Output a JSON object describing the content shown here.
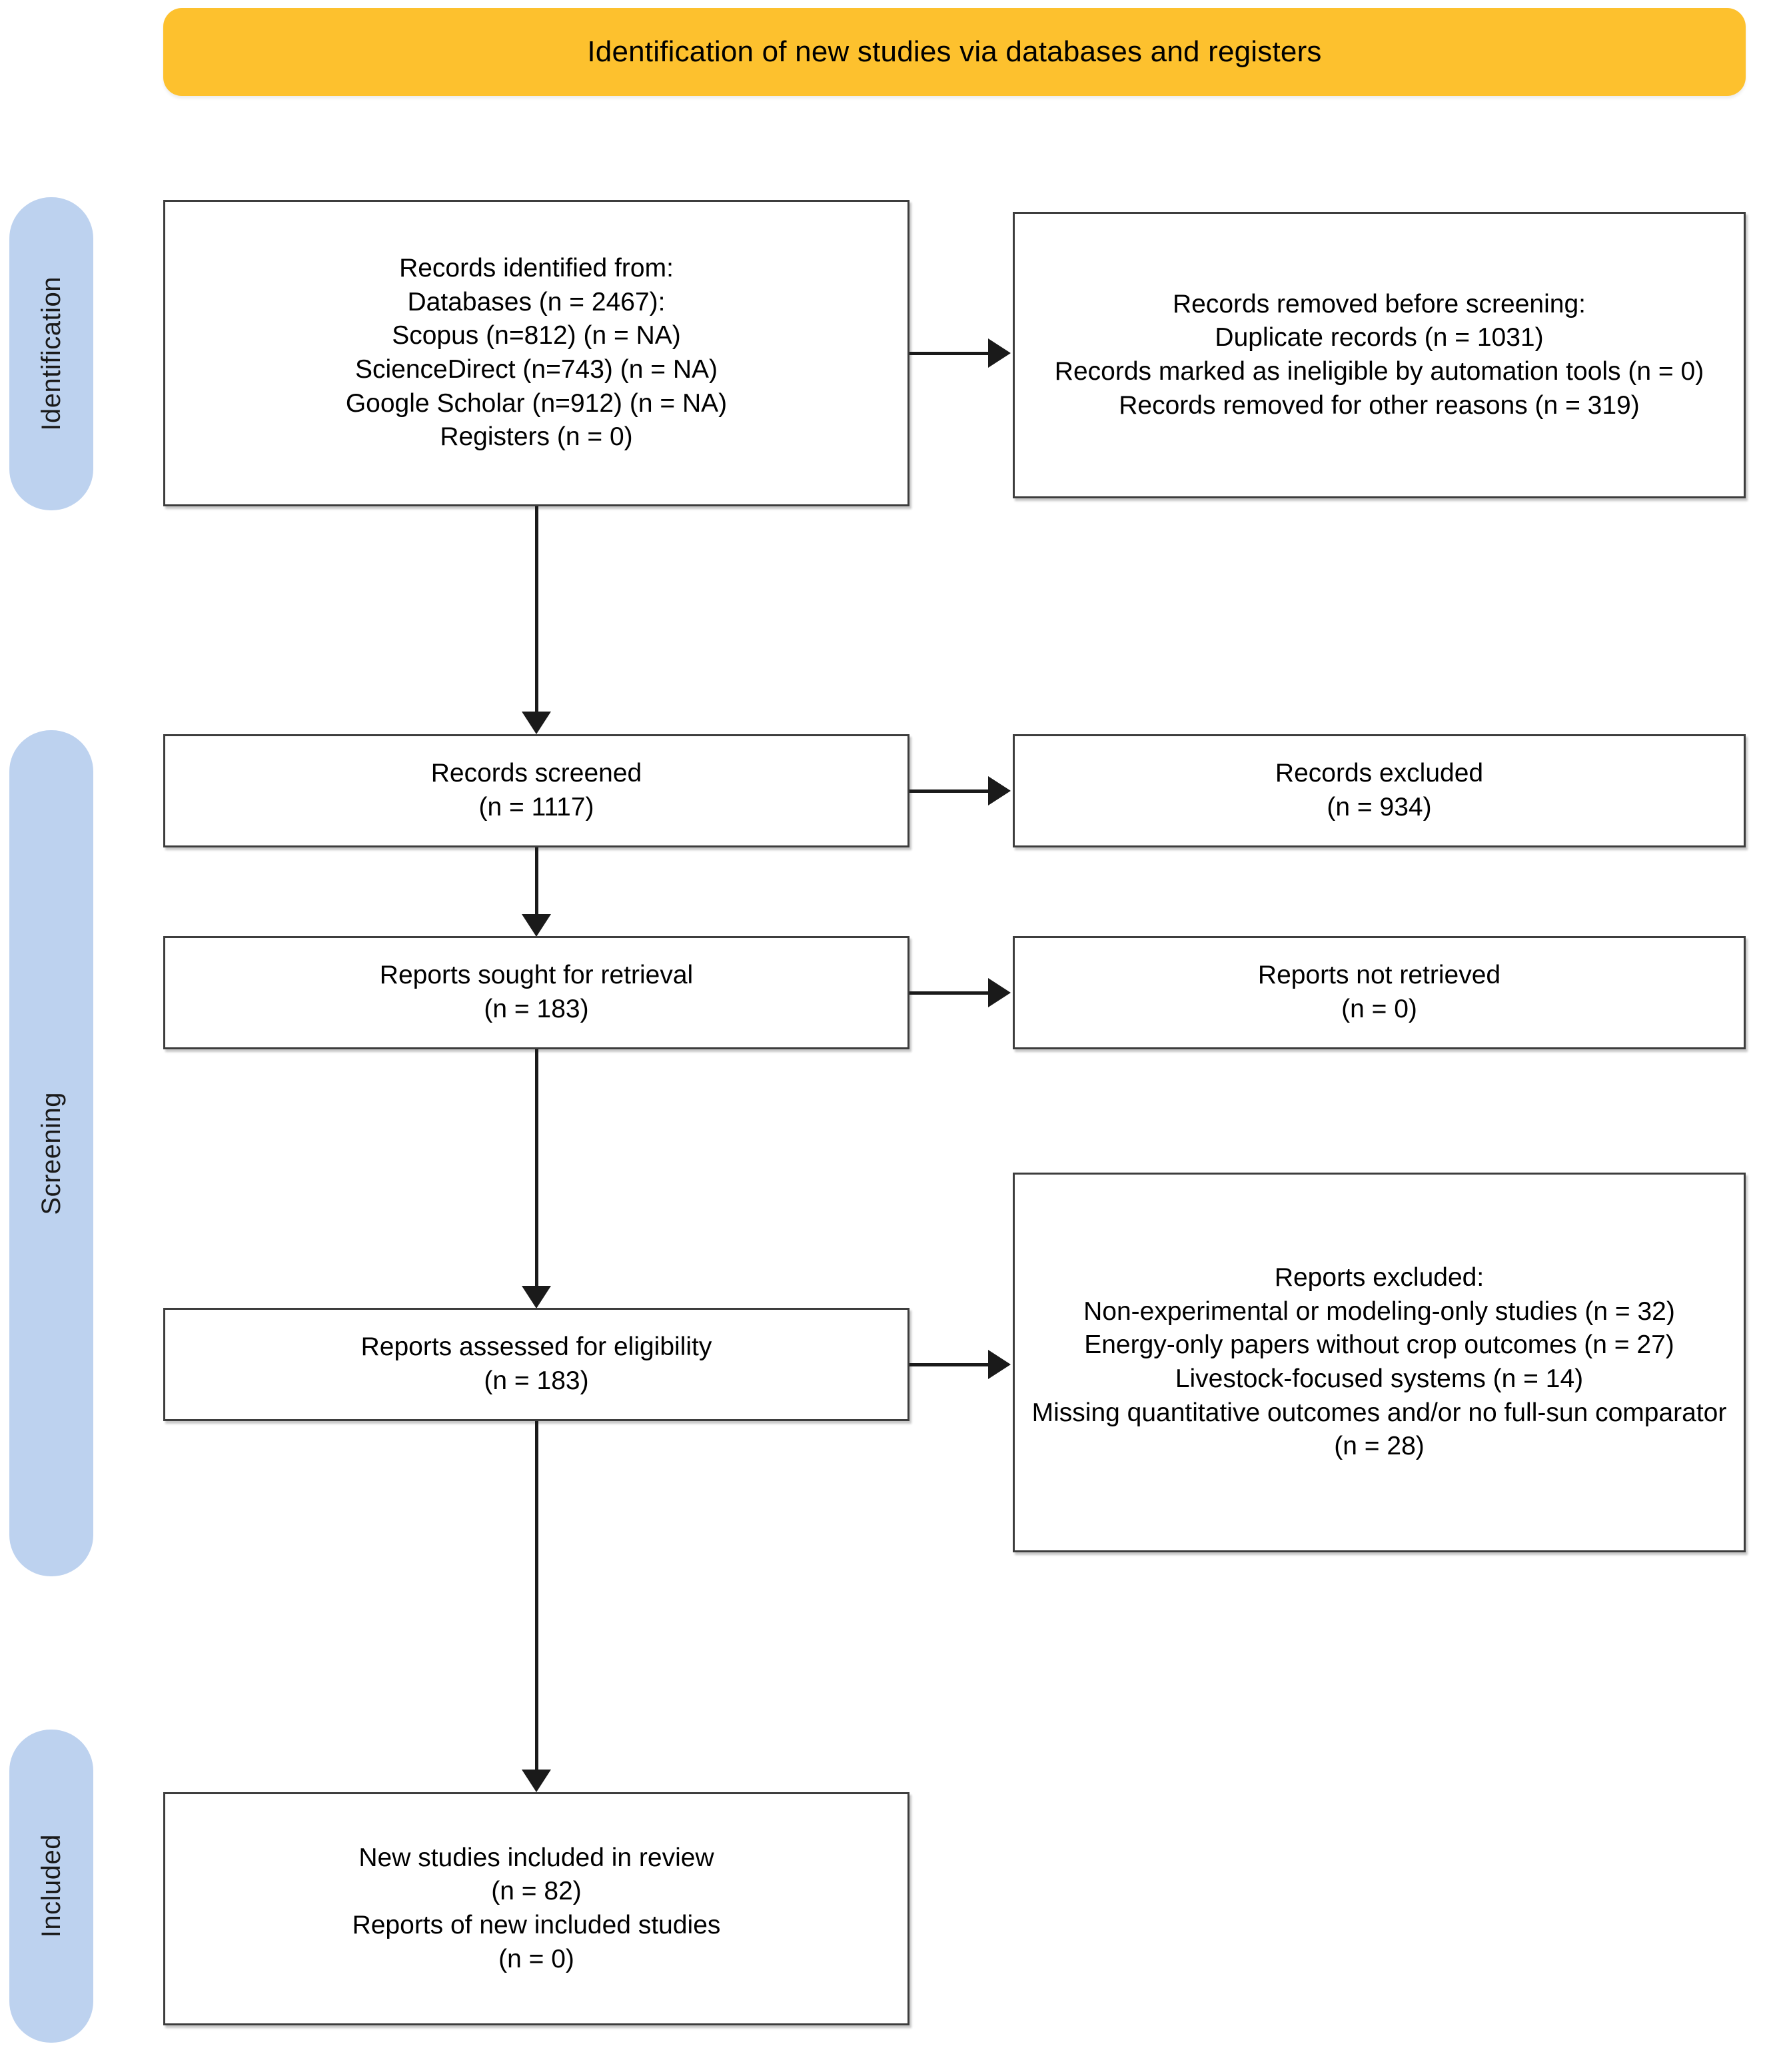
{
  "banner": {
    "title": "Identification of new studies via databases and registers",
    "color": "#FDC12E"
  },
  "rail": {
    "color": "#BDD2EF",
    "stages": [
      {
        "id": "identification",
        "label": "Identification"
      },
      {
        "id": "screening",
        "label": "Screening"
      },
      {
        "id": "included",
        "label": "Included"
      }
    ]
  },
  "boxes": {
    "identified": {
      "name": "Records identified from",
      "lines": [
        "Records identified from:",
        "Databases (n = 2467):",
        "Scopus (n=812) (n = NA)",
        "ScienceDirect (n=743) (n = NA)",
        "Google Scholar (n=912) (n = NA)",
        "Registers (n = 0)"
      ]
    },
    "removed": {
      "name": "Records removed before screening",
      "lines": [
        "Records removed before screening:",
        "Duplicate records (n = 1031)",
        "Records marked as ineligible by automation tools (n = 0)",
        "Records removed for other reasons (n = 319)"
      ]
    },
    "screened": {
      "name": "Records screened",
      "lines": [
        "Records screened",
        "(n = 1117)"
      ]
    },
    "excluded_records": {
      "name": "Records excluded",
      "lines": [
        "Records excluded",
        "(n = 934)"
      ]
    },
    "sought": {
      "name": "Reports sought for retrieval",
      "lines": [
        "Reports sought for retrieval",
        "(n = 183)"
      ]
    },
    "not_retrieved": {
      "name": "Reports not retrieved",
      "lines": [
        "Reports not retrieved",
        "(n = 0)"
      ]
    },
    "assessed": {
      "name": "Reports assessed for eligibility",
      "lines": [
        "Reports assessed for eligibility",
        "(n = 183)"
      ]
    },
    "reports_excluded": {
      "name": "Reports excluded",
      "lines": [
        "Reports excluded:",
        "Non-experimental or modeling-only studies (n = 32)",
        "Energy-only papers without crop outcomes (n = 27)",
        "Livestock-focused systems (n = 14)",
        "Missing quantitative outcomes and/or no full-sun comparator (n = 28)"
      ]
    },
    "included": {
      "name": "New studies included in review",
      "lines": [
        "New studies included in review",
        "(n = 82)",
        "Reports of new included studies",
        "(n = 0)"
      ]
    }
  },
  "chart_data": {
    "type": "diagram",
    "title": "PRISMA 2020 flow diagram for new systematic reviews which included searches of databases and registers only",
    "stages": [
      {
        "stage": "Identification",
        "nodes": [
          {
            "label": "Records identified from databases",
            "n": 2467
          },
          {
            "label": "Scopus",
            "n": 812
          },
          {
            "label": "ScienceDirect",
            "n": 743
          },
          {
            "label": "Google Scholar",
            "n": 912
          },
          {
            "label": "Registers",
            "n": 0
          },
          {
            "label": "Duplicate records removed",
            "n": 1031
          },
          {
            "label": "Records marked as ineligible by automation tools",
            "n": 0
          },
          {
            "label": "Records removed for other reasons",
            "n": 319
          }
        ]
      },
      {
        "stage": "Screening",
        "nodes": [
          {
            "label": "Records screened",
            "n": 1117
          },
          {
            "label": "Records excluded",
            "n": 934
          },
          {
            "label": "Reports sought for retrieval",
            "n": 183
          },
          {
            "label": "Reports not retrieved",
            "n": 0
          },
          {
            "label": "Reports assessed for eligibility",
            "n": 183
          },
          {
            "label": "Reports excluded: Non-experimental or modeling-only studies",
            "n": 32
          },
          {
            "label": "Reports excluded: Energy-only papers without crop outcomes",
            "n": 27
          },
          {
            "label": "Reports excluded: Livestock-focused systems",
            "n": 14
          },
          {
            "label": "Reports excluded: Missing quantitative outcomes and/or no full-sun comparator",
            "n": 28
          }
        ]
      },
      {
        "stage": "Included",
        "nodes": [
          {
            "label": "New studies included in review",
            "n": 82
          },
          {
            "label": "Reports of new included studies",
            "n": 0
          }
        ]
      }
    ]
  }
}
